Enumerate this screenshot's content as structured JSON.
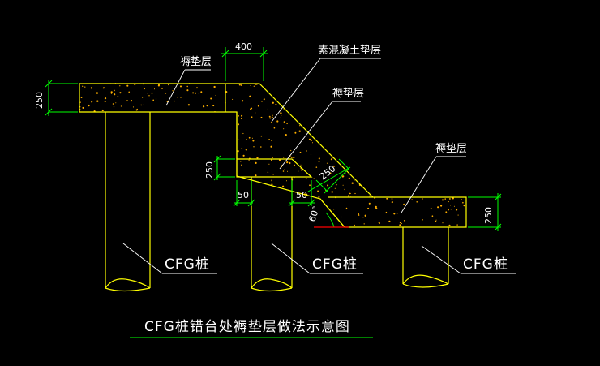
{
  "colors": {
    "background": "#000000",
    "outline": "#ffff00",
    "dimension": "#00ff00",
    "leader": "#ffffff",
    "hatch": "#ffb000",
    "angle_line": "#ff0000"
  },
  "labels": {
    "cushion_left": "褥垫层",
    "concrete_cushion": "素混凝土垫层",
    "cushion_middle": "褥垫层",
    "cushion_right": "褥垫层",
    "pile_left": "CFG桩",
    "pile_middle": "CFG桩",
    "pile_right": "CFG桩",
    "title": "CFG桩错台处褥垫层做法示意图"
  },
  "dimensions": {
    "width_top": "400",
    "thickness_left": "250",
    "thickness_step": "250",
    "thickness_right": "250",
    "thickness_slope": "250",
    "offset_left": "50",
    "offset_right": "50",
    "slope_angle": "60°"
  }
}
